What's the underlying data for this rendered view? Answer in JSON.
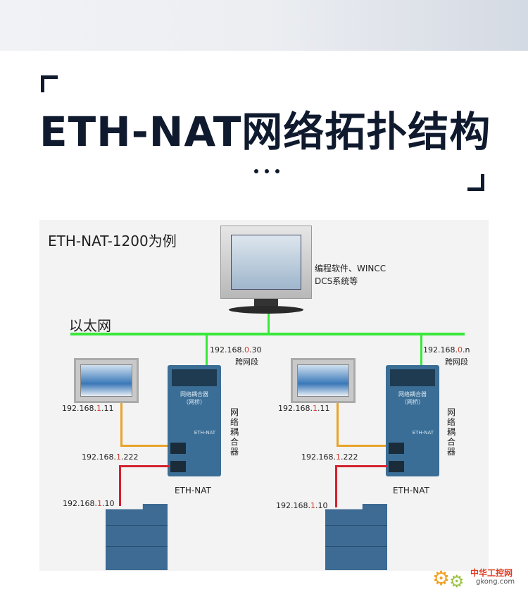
{
  "header": {
    "title": "ETH-NAT网络拓扑结构"
  },
  "diagram": {
    "caption": "ETH-NAT-1200为例",
    "pc_label_line1": "编程软件、WINCC",
    "pc_label_line2": "DCS系统等",
    "bus_label": "以太网",
    "cross_segment": "跨网段",
    "module_face_line1": "网络耦合器",
    "module_face_line2": "（网桥）",
    "module_small": "ETH-NAT",
    "coupler_vertical": [
      "网",
      "络",
      "耦",
      "合",
      "器"
    ],
    "module_name": "ETH-NAT",
    "left": {
      "wan_ip": {
        "prefix": "192.168.",
        "seg": "0",
        "host": ".30"
      },
      "hmi_ip": {
        "prefix": "192.168.",
        "seg": "1",
        "host": ".11"
      },
      "lan_ip": {
        "prefix": "192.168.",
        "seg": "1",
        "host": ".222"
      },
      "plc_ip": {
        "prefix": "192.168.",
        "seg": "1",
        "host": ".10"
      }
    },
    "right": {
      "wan_ip": {
        "prefix": "192.168.",
        "seg": "0",
        "host": ".n"
      },
      "hmi_ip": {
        "prefix": "192.168.",
        "seg": "1",
        "host": ".11"
      },
      "lan_ip": {
        "prefix": "192.168.",
        "seg": "1",
        "host": ".222"
      },
      "plc_ip": {
        "prefix": "192.168.",
        "seg": "1",
        "host": ".10"
      }
    }
  },
  "watermark": {
    "name": "中华工控网",
    "url": "gkong.com"
  },
  "colors": {
    "ethernet": "#38e83a",
    "hmi_link": "#e9a32a",
    "plc_link": "#d4212f",
    "highlight": "#d23a2a",
    "title": "#0f1a2e"
  }
}
